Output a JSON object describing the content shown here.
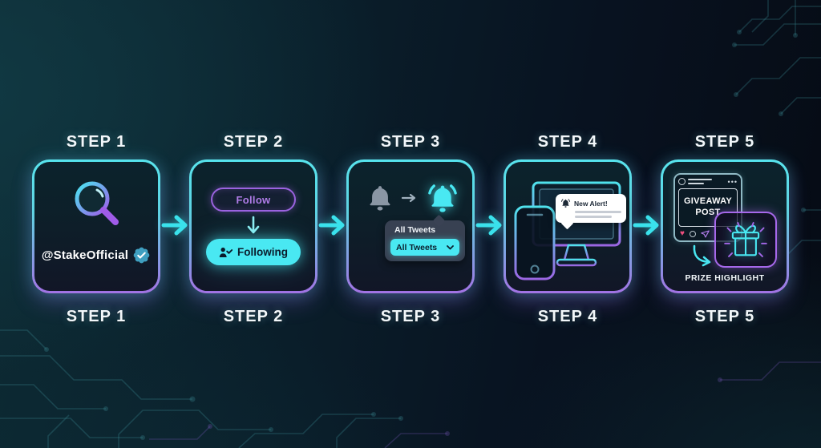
{
  "colors": {
    "accent_cyan": "#49e8f2",
    "accent_purple": "#a05ce8",
    "badge_teal": "#3f9fc0",
    "heart_pink": "#ee4f7e",
    "bg_dark": "#081220"
  },
  "steps": [
    {
      "label": "STEP 1",
      "handle": "@StakeOfficial"
    },
    {
      "label": "STEP 2",
      "follow_button": "Follow",
      "following_button": "Following"
    },
    {
      "label": "STEP 3",
      "dropdown_label": "All Tweets",
      "dropdown_value": "All Tweets"
    },
    {
      "label": "STEP 4",
      "notification_title": "New Alert!"
    },
    {
      "label": "STEP 5",
      "post_line1": "GIVEAWAY",
      "post_line2": "POST",
      "caption": "PRIZE HIGHLIGHT"
    }
  ]
}
